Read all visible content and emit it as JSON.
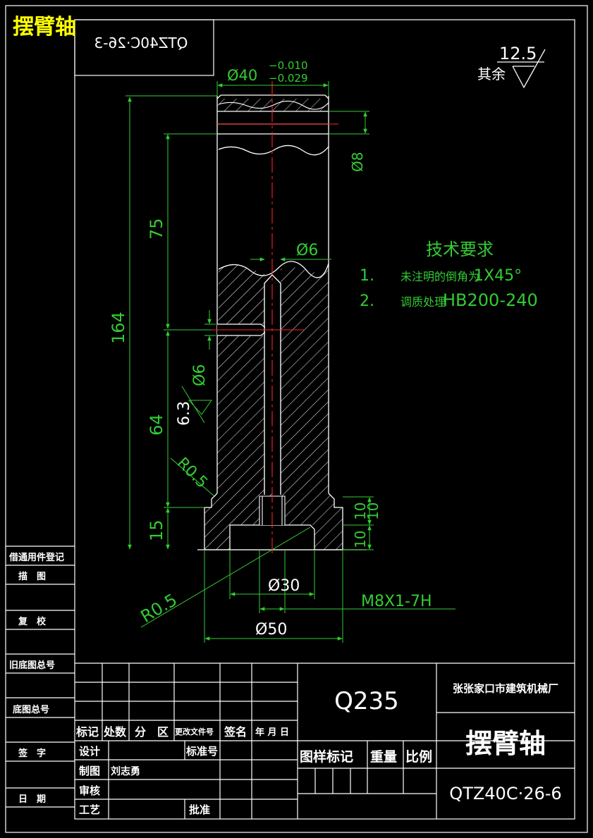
{
  "header": {
    "title": "摆臂轴",
    "mirrored_code": "QTZ40C·26-3"
  },
  "roughness": {
    "value": "12.5",
    "label": "其余"
  },
  "dimensions": {
    "top_dia": "Ø40",
    "tol_upper": "−0.010",
    "tol_lower": "−0.029",
    "d8": "Ø8",
    "d6_top": "Ø6",
    "d6_side": "Ø6",
    "len_75": "75",
    "len_164": "164",
    "len_64": "64",
    "len_15": "15",
    "r05_side": "R0.5",
    "r05_bottom": "R0.5",
    "rough_63": "6.3",
    "d30": "Ø30",
    "thread": "M8X1-7H",
    "d50": "Ø50",
    "v10a": "10",
    "v10b": "10",
    "v10c": "10"
  },
  "tech_req": {
    "title": "技术要求",
    "item1_num": "1.",
    "item1_cn": "未注明的倒角为",
    "item1_val": "1X45°",
    "item2_num": "2.",
    "item2_cn": "调质处理",
    "item2_val": "HB200-240"
  },
  "left_strip": {
    "items": [
      "借通用件登记",
      "描　图",
      "复　校",
      "旧底图总号",
      "底图总号",
      "签　字",
      "日　期"
    ]
  },
  "title_block": {
    "material": "Q235",
    "company": "张张家口市建筑机械厂",
    "part_name": "摆臂轴",
    "drawing_no": "QTZ40C·26-6",
    "rev_headers": [
      "标记",
      "处数",
      "分　区",
      "更改文件号",
      "签名",
      "年 月 日"
    ],
    "row_design": "设计",
    "row_std": "标准号",
    "row_draw": "制图",
    "drawer": "刘志勇",
    "row_review": "审核",
    "row_process": "工艺",
    "row_approve": "批准",
    "mark_label": "图样标记",
    "weight_label": "重量",
    "scale_label": "比例"
  },
  "colors": {
    "background": "#000000",
    "frame": "#ffffff",
    "dimension": "#33cc33",
    "centerline": "#ff2020",
    "title": "#ffff00"
  }
}
